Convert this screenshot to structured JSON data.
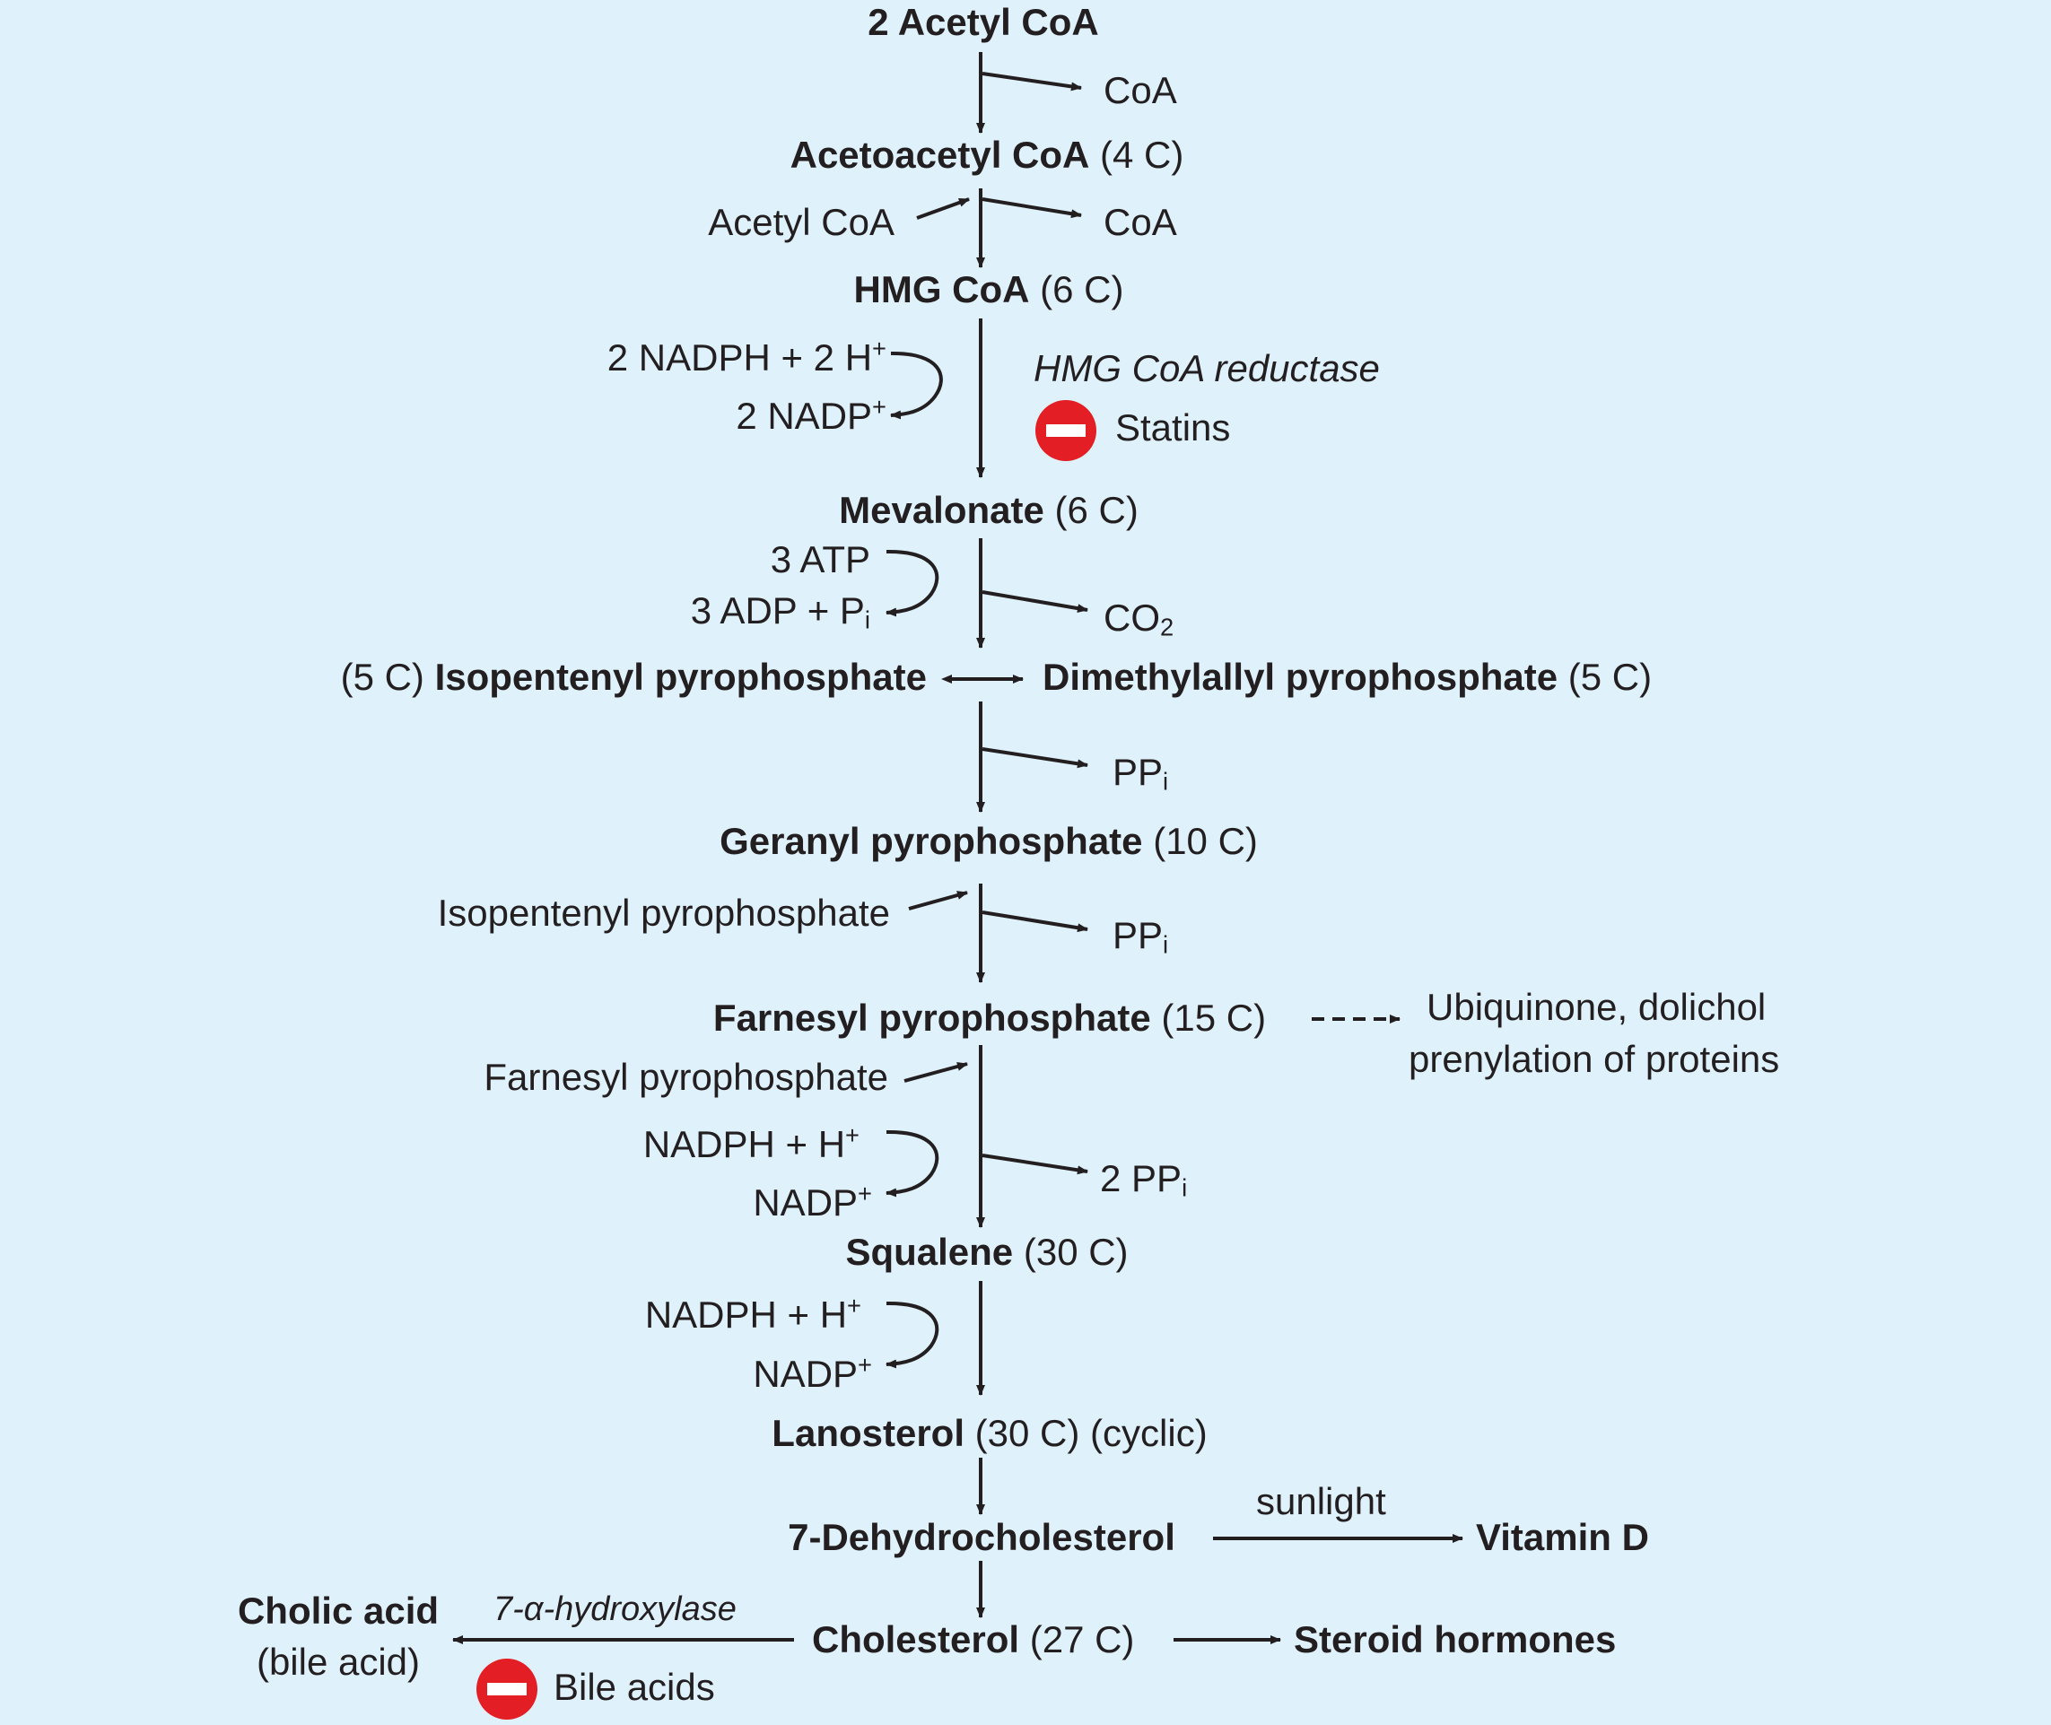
{
  "steps": {
    "acetyl_coa_2": "2 Acetyl CoA",
    "coa_out_1": "CoA",
    "acetoacetyl": {
      "name": "Acetoacetyl CoA",
      "carbons": "(4 C)"
    },
    "acetyl_coa_in": "Acetyl CoA",
    "coa_out_2": "CoA",
    "hmg_coa": {
      "name": "HMG CoA",
      "carbons": "(6 C)"
    },
    "nadph_in_1": {
      "text": "2 NADPH + 2 H",
      "sup": "+"
    },
    "nadp_out_1": {
      "text": "2 NADP",
      "sup": "+"
    },
    "enzyme_reductase": "HMG CoA reductase",
    "statins": "Statins",
    "mevalonate": {
      "name": "Mevalonate",
      "carbons": "(6 C)"
    },
    "atp_in": "3 ATP",
    "adp_out": {
      "text": "3 ADP + P",
      "sub": "i"
    },
    "co2_out": {
      "text": "CO",
      "sub": "2"
    },
    "isopentenyl": {
      "name": "Isopentenyl pyrophosphate",
      "carbons": "(5 C)"
    },
    "dimethylallyl": {
      "name": "Dimethylallyl pyrophosphate",
      "carbons": "(5 C)"
    },
    "ppi_out_1": {
      "text": "PP",
      "sub": "i"
    },
    "geranyl": {
      "name": "Geranyl pyrophosphate",
      "carbons": "(10 C)"
    },
    "isopentenyl_in": "Isopentenyl pyrophosphate",
    "ppi_out_2": {
      "text": "PP",
      "sub": "i"
    },
    "farnesyl": {
      "name": "Farnesyl pyrophosphate",
      "carbons": "(15 C)"
    },
    "side_products": {
      "line1": "Ubiquinone, dolichol",
      "line2": "prenylation of proteins"
    },
    "farnesyl_in": "Farnesyl pyrophosphate",
    "nadph_in_2": {
      "text": "NADPH + H",
      "sup": "+"
    },
    "nadp_out_2": {
      "text": "NADP",
      "sup": "+"
    },
    "ppi_out_3": {
      "text": "2 PP",
      "sub": "i"
    },
    "squalene": {
      "name": "Squalene",
      "carbons": "(30 C)"
    },
    "nadph_in_3": {
      "text": "NADPH + H",
      "sup": "+"
    },
    "nadp_out_3": {
      "text": "NADP",
      "sup": "+"
    },
    "lanosterol": {
      "name": "Lanosterol",
      "carbons": "(30 C)",
      "note": "(cyclic)"
    },
    "dehydro": "7-Dehydrocholesterol",
    "sunlight": "sunlight",
    "vitamin_d": "Vitamin D",
    "cholesterol": {
      "name": "Cholesterol",
      "carbons": "(27 C)"
    },
    "steroid": "Steroid hormones",
    "cholic": {
      "name": "Cholic acid",
      "note": "(bile acid)"
    },
    "enzyme_hydroxylase": "7-α-hydroxylase",
    "bile_acids": "Bile acids"
  },
  "colors": {
    "background": "#dff1fb",
    "ink": "#231f20",
    "inhibitor": "#e31e24"
  }
}
